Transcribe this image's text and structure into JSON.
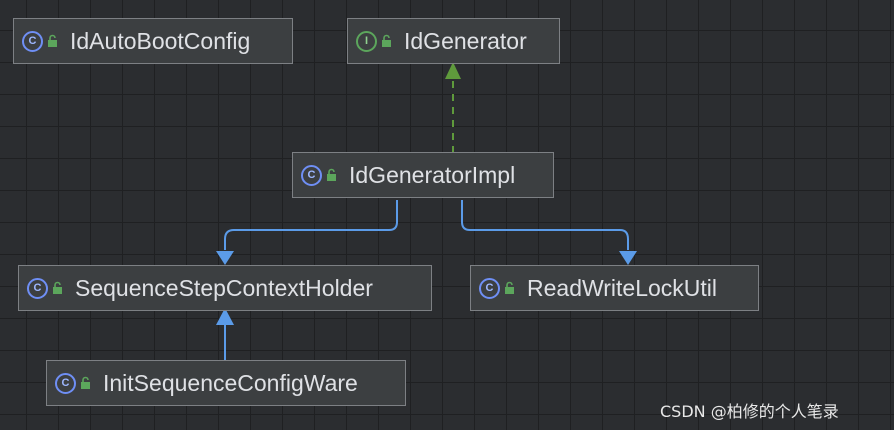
{
  "nodes": {
    "id_auto_boot_config": {
      "kind_letter": "C",
      "name": "IdAutoBootConfig"
    },
    "id_generator": {
      "kind_letter": "I",
      "name": "IdGenerator"
    },
    "id_generator_impl": {
      "kind_letter": "C",
      "name": "IdGeneratorImpl"
    },
    "sequence_step_context_holder": {
      "kind_letter": "C",
      "name": "SequenceStepContextHolder"
    },
    "read_write_lock_util": {
      "kind_letter": "C",
      "name": "ReadWriteLockUtil"
    },
    "init_sequence_config_ware": {
      "kind_letter": "C",
      "name": "InitSequenceConfigWare"
    }
  },
  "edges": [
    {
      "from": "IdGeneratorImpl",
      "to": "IdGenerator",
      "type": "implements"
    },
    {
      "from": "IdGeneratorImpl",
      "to": "SequenceStepContextHolder",
      "type": "dependency"
    },
    {
      "from": "IdGeneratorImpl",
      "to": "ReadWriteLockUtil",
      "type": "dependency"
    },
    {
      "from": "InitSequenceConfigWare",
      "to": "SequenceStepContextHolder",
      "type": "extends"
    }
  ],
  "colors": {
    "background": "#2b2d30",
    "node_fill": "#3c3f41",
    "class_icon": "#6f8ff5",
    "interface_icon": "#5ca65c",
    "implements_arrow": "#5f9a3c",
    "dependency_arrow": "#5b9be8"
  },
  "watermark": "CSDN @柏修的个人笔录"
}
